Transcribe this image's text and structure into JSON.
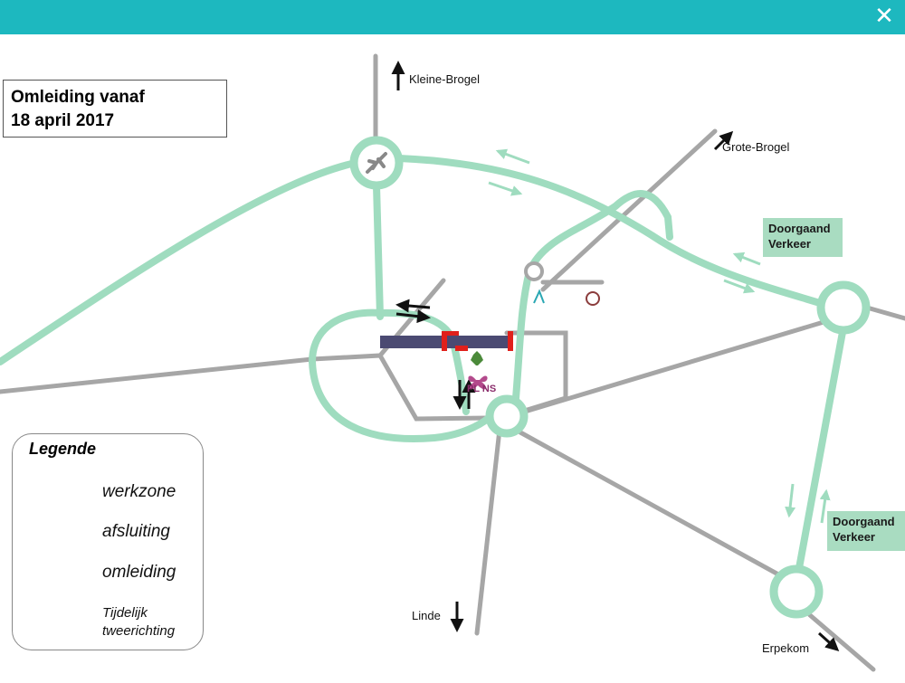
{
  "window": {
    "close_glyph": "✕",
    "topbar_color": "#1db8bf"
  },
  "title": {
    "line1": "Omleiding vanaf",
    "line2": "18 april 2017"
  },
  "places": {
    "north": "Kleine-Brogel",
    "northeast": "Grote-Brogel",
    "south": "Linde",
    "southeast": "Erpekom"
  },
  "through_traffic": {
    "east": {
      "line1": "Doorgaand",
      "line2": "Verkeer"
    },
    "southeast": {
      "line1": "Doorgaand",
      "line2": "Verkeer"
    }
  },
  "landmarks": {
    "roundabout_north_icon": "airplane-icon",
    "plans_logo_text": "PL  NS"
  },
  "legend": {
    "title": "Legende",
    "werkzone": "werkzone",
    "afsluiting": "afsluiting",
    "omleiding": "omleiding",
    "tijdelijk_line1": "Tijdelijk",
    "tijdelijk_line2": "tweerichting"
  },
  "colors": {
    "detour": "#9fdcbf",
    "road": "#a6a6a6",
    "workzone": "#4b4a72",
    "closure": "#e0201b",
    "arrow": "#111111"
  }
}
